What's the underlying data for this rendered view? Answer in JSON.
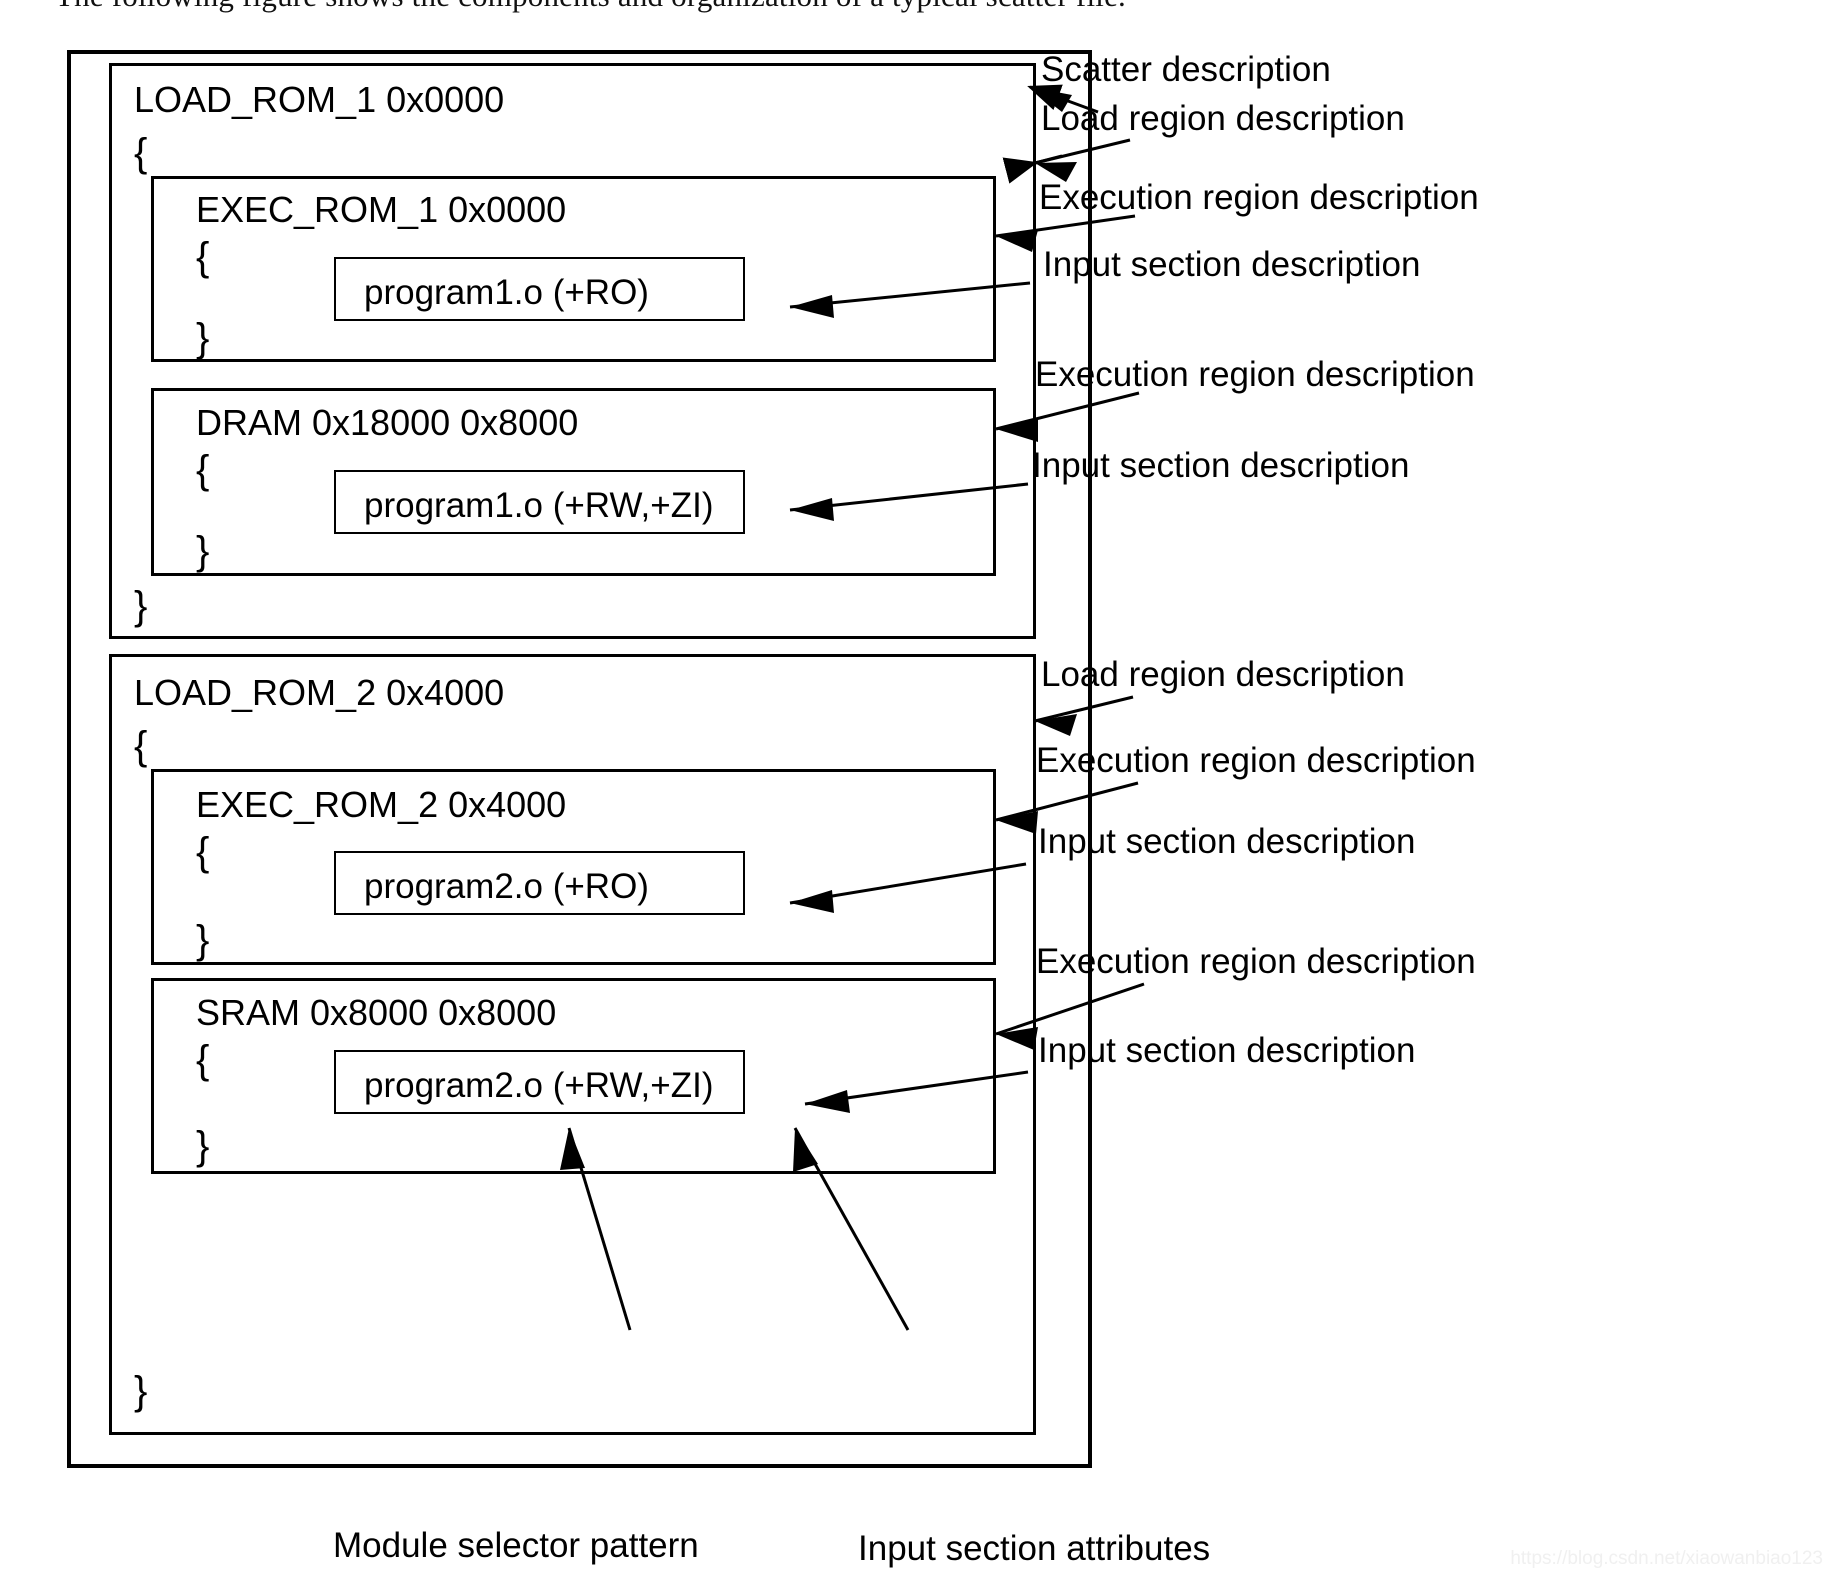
{
  "caption": "The following figure shows the components and organization of a typical scatter file.",
  "colors": {
    "stroke": "#000000",
    "background": "#ffffff",
    "watermark": "#f0f0f0"
  },
  "scatter_file": {
    "load_regions": [
      {
        "name": "LOAD_ROM_1",
        "header": "LOAD_ROM_1 0x0000",
        "open_brace": "{",
        "close_brace": "}",
        "exec_regions": [
          {
            "name": "EXEC_ROM_1",
            "header": "EXEC_ROM_1 0x0000",
            "open_brace": "{",
            "close_brace": "}",
            "input_sections": [
              {
                "text": "program1.o (+RO)",
                "module": "program1.o",
                "attributes": "(+RO)"
              }
            ]
          },
          {
            "name": "DRAM",
            "header": "DRAM 0x18000 0x8000",
            "open_brace": "{",
            "close_brace": "}",
            "input_sections": [
              {
                "text": "program1.o (+RW,+ZI)",
                "module": "program1.o",
                "attributes": "(+RW,+ZI)"
              }
            ]
          }
        ]
      },
      {
        "name": "LOAD_ROM_2",
        "header": "LOAD_ROM_2 0x4000",
        "open_brace": "{",
        "close_brace": "}",
        "exec_regions": [
          {
            "name": "EXEC_ROM_2",
            "header": "EXEC_ROM_2 0x4000",
            "open_brace": "{",
            "close_brace": "}",
            "input_sections": [
              {
                "text": "program2.o (+RO)",
                "module": "program2.o",
                "attributes": "(+RO)"
              }
            ]
          },
          {
            "name": "SRAM",
            "header": "SRAM 0x8000 0x8000",
            "open_brace": "{",
            "close_brace": "}",
            "input_sections": [
              {
                "text": "program2.o (+RW,+ZI)",
                "module": "program2.o",
                "attributes": "(+RW,+ZI)"
              }
            ]
          }
        ]
      }
    ]
  },
  "annotations": {
    "right": [
      {
        "id": "scatter-description",
        "label": "Scatter description"
      },
      {
        "id": "load-region-description-1",
        "label": "Load region description"
      },
      {
        "id": "exec-region-description-1",
        "label": "Execution region description"
      },
      {
        "id": "input-section-description-1",
        "label": "Input section description"
      },
      {
        "id": "exec-region-description-2",
        "label": "Execution region description"
      },
      {
        "id": "input-section-description-2",
        "label": "Input section description"
      },
      {
        "id": "load-region-description-2",
        "label": "Load region description"
      },
      {
        "id": "exec-region-description-3",
        "label": "Execution region description"
      },
      {
        "id": "input-section-description-3",
        "label": "Input section description"
      },
      {
        "id": "exec-region-description-4",
        "label": "Execution region description"
      },
      {
        "id": "input-section-description-4",
        "label": "Input section description"
      }
    ],
    "bottom": [
      {
        "id": "module-selector-pattern",
        "label": "Module selector pattern"
      },
      {
        "id": "input-section-attributes",
        "label": "Input section attributes"
      }
    ]
  },
  "watermark": "https://blog.csdn.net/xiaowanbiao123"
}
